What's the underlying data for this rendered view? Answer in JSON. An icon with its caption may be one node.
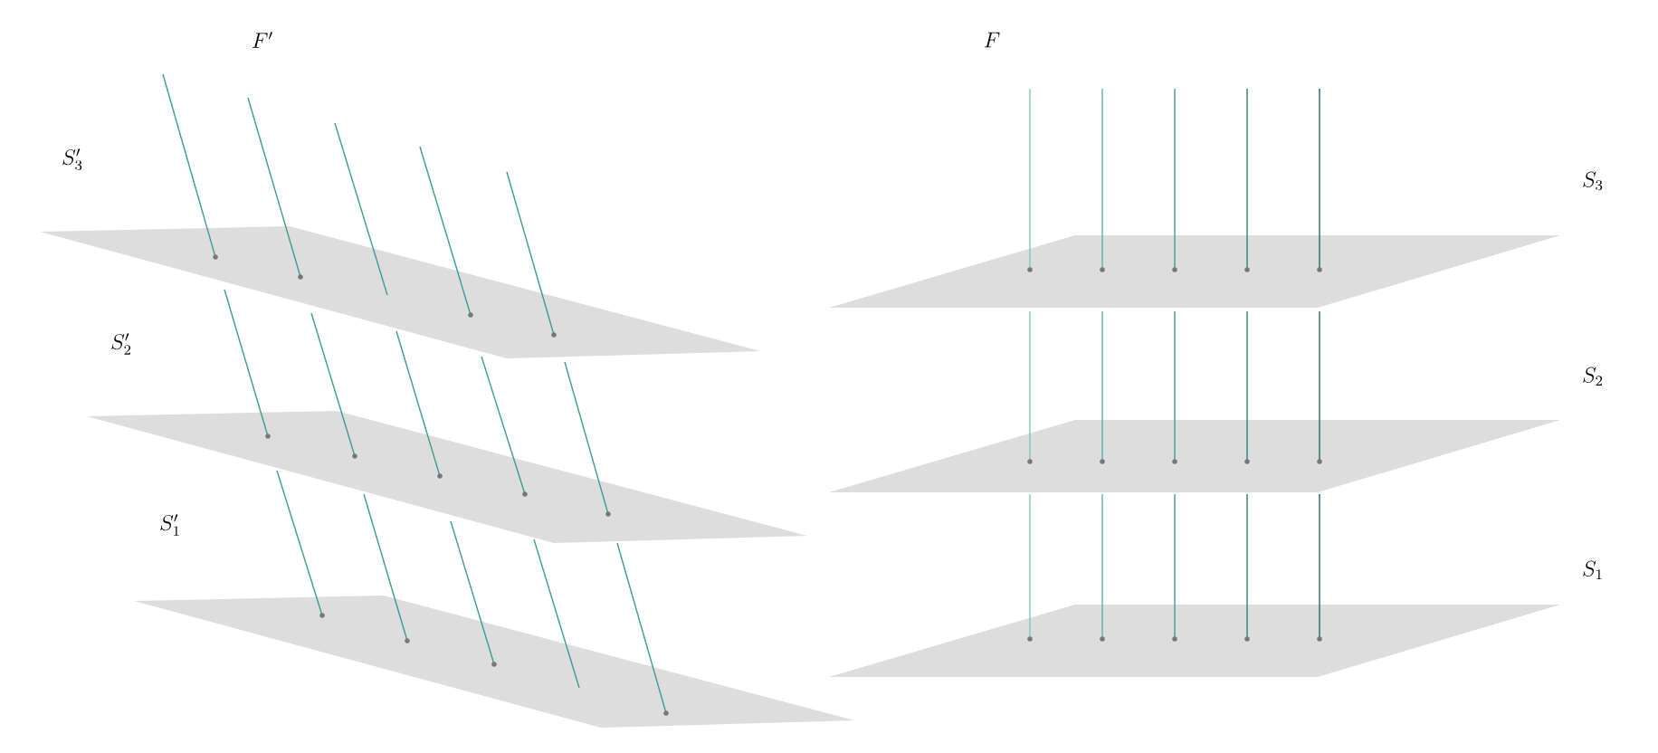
{
  "diagram": {
    "labels": [
      "F'",
      "S'_3",
      "S'_2",
      "S'_1",
      "F",
      "S_3",
      "S_2",
      "S_1"
    ]
  }
}
